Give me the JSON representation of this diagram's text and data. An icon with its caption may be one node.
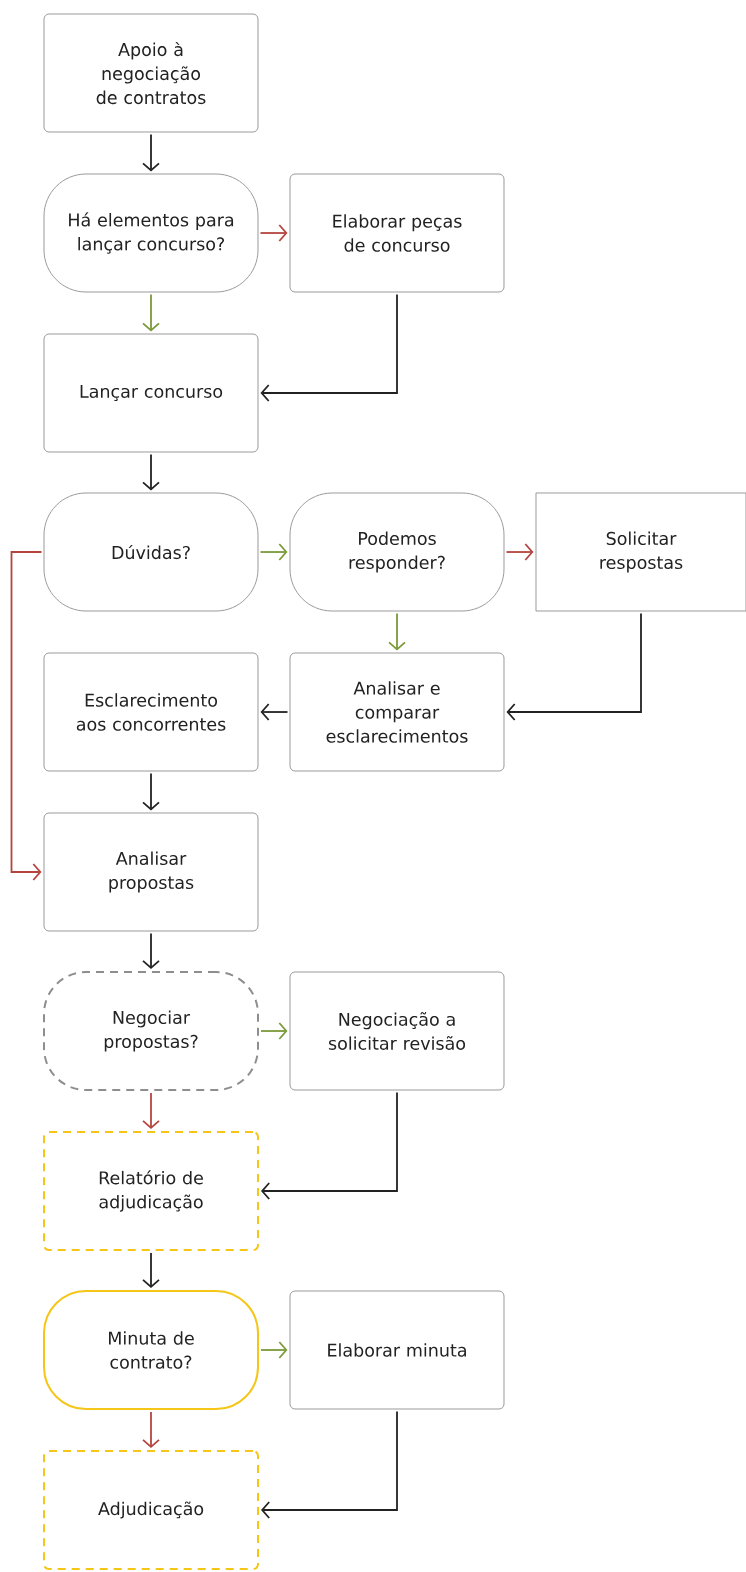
{
  "diagram": {
    "nodes": [
      {
        "text": [
          "Apoio à negociação de contratos"
        ]
      },
      {
        "text": [
          "Há elementos para lançar concurso?"
        ]
      },
      {
        "text": [
          "Elaborar peças de concurso"
        ]
      },
      {
        "text": [
          "Lançar concurso"
        ]
      },
      {
        "text": [
          "Dúvidas?"
        ]
      },
      {
        "text": [
          "Podemos responder?"
        ]
      },
      {
        "text": [
          "Solicitar respostas"
        ]
      },
      {
        "text": [
          "Esclarecimento aos concorrentes"
        ]
      },
      {
        "text": [
          "Analisar e comparar esclarecimentos"
        ]
      },
      {
        "text": [
          "Analisar propostas"
        ]
      },
      {
        "text": [
          "Negociar propostas?"
        ]
      },
      {
        "text": [
          "Negociação a solicitar revisão"
        ]
      },
      {
        "text": [
          "Relatório de adjudicação"
        ]
      },
      {
        "text": [
          "Minuta de contrato?"
        ]
      },
      {
        "text": [
          "Elaborar minuta"
        ]
      },
      {
        "text": [
          "Adjudicação"
        ]
      }
    ],
    "edges": [
      {
        "from": 0,
        "to": 1,
        "arrow": "to"
      },
      {
        "from": 1,
        "to": 2,
        "arrow": "to",
        "color": "#b5443f"
      },
      {
        "from": 1,
        "to": 3,
        "arrow": "to",
        "color": "#7a9a3a"
      },
      {
        "from": 2,
        "to": 3,
        "arrow": "to"
      },
      {
        "from": 3,
        "to": 4,
        "arrow": "to"
      },
      {
        "from": 4,
        "to": 5,
        "arrow": "to",
        "color": "#7a9a3a"
      },
      {
        "from": 5,
        "to": 6,
        "arrow": "to",
        "color": "#b5443f"
      },
      {
        "from": 5,
        "to": 8,
        "arrow": "to",
        "color": "#7a9a3a"
      },
      {
        "from": 6,
        "to": 8,
        "arrow": "to"
      },
      {
        "from": 8,
        "to": 7,
        "arrow": "to"
      },
      {
        "from": 7,
        "to": 9,
        "arrow": "to"
      },
      {
        "from": 4,
        "to": 9,
        "arrow": "to",
        "color": "#b5443f"
      },
      {
        "from": 9,
        "to": 10,
        "arrow": "to"
      },
      {
        "from": 10,
        "to": 11,
        "arrow": "to",
        "color": "#7a9a3a"
      },
      {
        "from": 10,
        "to": 12,
        "arrow": "to",
        "color": "#b5443f"
      },
      {
        "from": 11,
        "to": 12,
        "arrow": "to"
      },
      {
        "from": 12,
        "to": 13,
        "arrow": "to"
      },
      {
        "from": 13,
        "to": 14,
        "arrow": "to",
        "color": "#7a9a3a"
      },
      {
        "from": 13,
        "to": 15,
        "arrow": "to",
        "color": "#b5443f"
      },
      {
        "from": 14,
        "to": 15,
        "arrow": "to"
      }
    ]
  }
}
